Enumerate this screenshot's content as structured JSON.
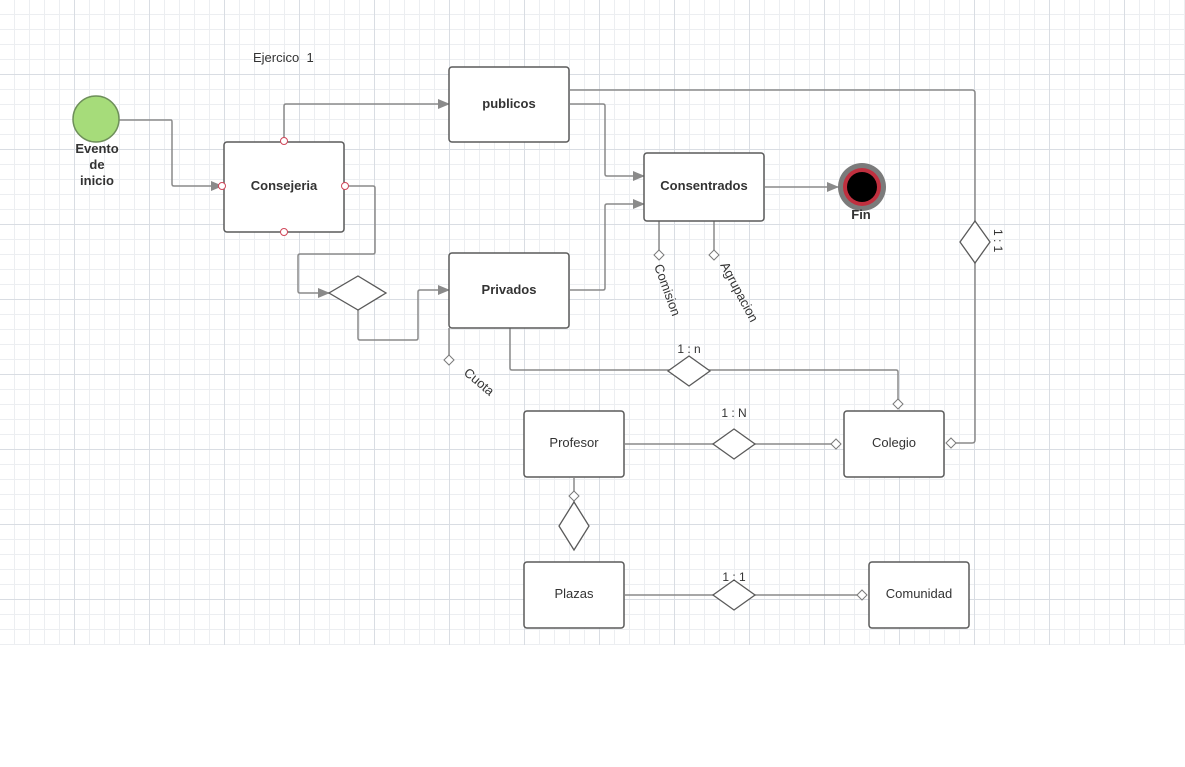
{
  "title": "Ejercico  1",
  "start_event": {
    "lines": [
      "Evento",
      "de",
      "inicio"
    ],
    "color": "#a6dc7a"
  },
  "end_event": {
    "label": "Fin",
    "ring_color": "#c0303f"
  },
  "process_boxes": {
    "consejeria": "Consejeria",
    "publicos": "publicos",
    "privados": "Privados",
    "consentrados": "Consentrados"
  },
  "entities": {
    "profesor": "Profesor",
    "colegio": "Colegio",
    "plazas": "Plazas",
    "comunidad": "Comunidad"
  },
  "attributes": {
    "comision": "Comision",
    "agrupacion": "Agrupacion",
    "cuota": "Cuota"
  },
  "cardinalities": {
    "privados_colegio": "1 : n",
    "profesor_colegio": "1 : N",
    "plazas_comunidad": "1 : 1",
    "publicos_colegio": "1 : 1"
  }
}
